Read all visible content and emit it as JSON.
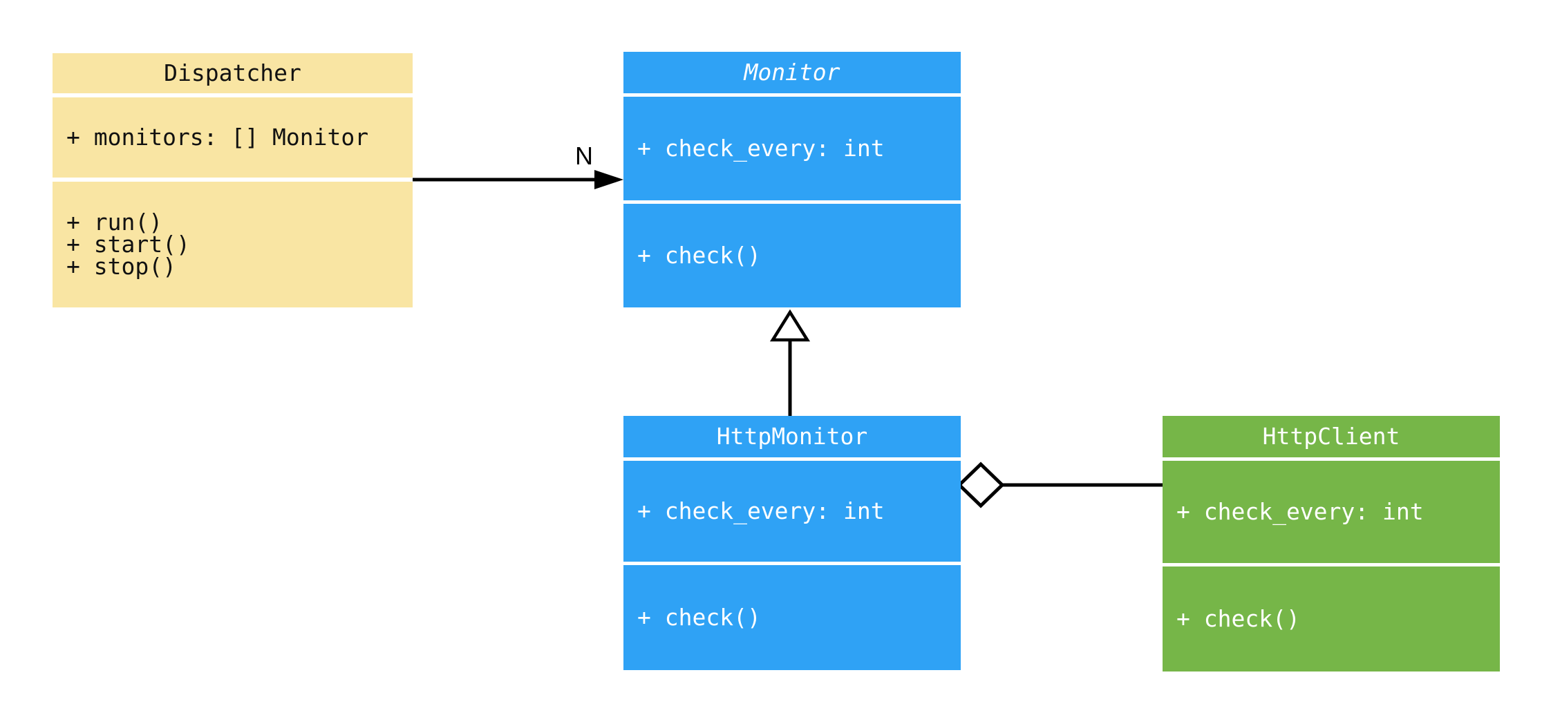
{
  "background": "#FFFFFF",
  "classes": [
    {
      "name": "Dispatcher",
      "color": "#F9E5A3",
      "text_color": "#111111",
      "abstract": false,
      "attributes": [
        "+ monitors: [] Monitor"
      ],
      "methods": [
        "+ run()",
        "+ start()",
        "+ stop()"
      ]
    },
    {
      "name": "Monitor",
      "color": "#2FA2F5",
      "text_color": "#FFFFFF",
      "abstract": true,
      "attributes": [
        "+ check_every: int"
      ],
      "methods": [
        "+ check()"
      ]
    },
    {
      "name": "HttpMonitor",
      "color": "#2FA2F5",
      "text_color": "#FFFFFF",
      "abstract": false,
      "attributes": [
        "+ check_every: int"
      ],
      "methods": [
        "+ check()"
      ]
    },
    {
      "name": "HttpClient",
      "color": "#76B648",
      "text_color": "#FFFFFF",
      "abstract": false,
      "attributes": [
        "+ check_every: int"
      ],
      "methods": [
        "+ check()"
      ]
    }
  ],
  "relationships": [
    {
      "type": "association",
      "from": "Dispatcher",
      "to": "Monitor",
      "label": "N",
      "head": "filled-arrow"
    },
    {
      "type": "inheritance",
      "from": "HttpMonitor",
      "to": "Monitor",
      "label": "",
      "head": "hollow-triangle"
    },
    {
      "type": "aggregation",
      "from": "HttpMonitor",
      "to": "HttpClient",
      "label": "",
      "head": "hollow-diamond"
    }
  ]
}
